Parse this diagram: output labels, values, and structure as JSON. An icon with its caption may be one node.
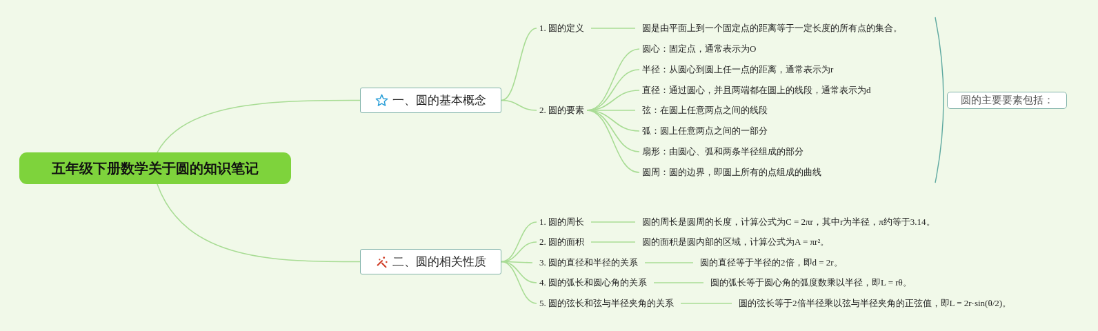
{
  "diagram": {
    "nodes": [
      {
        "text": [
          "五年级下册数学关于圆的知识笔记"
        ]
      },
      {
        "text": [
          "一、圆的基本概念"
        ]
      },
      {
        "text": [
          "1. 圆的定义"
        ]
      },
      {
        "text": [
          "圆是由平面上到一个固定点的距离等于一定长度的所有点的集合。"
        ]
      },
      {
        "text": [
          "2. 圆的要素"
        ]
      },
      {
        "text": [
          "圆心：固定点，通常表示为O"
        ]
      },
      {
        "text": [
          "半径：从圆心到圆上任一点的距离，通常表示为r"
        ]
      },
      {
        "text": [
          "直径：通过圆心，并且两端都在圆上的线段，通常表示为d"
        ]
      },
      {
        "text": [
          "弦：在圆上任意两点之间的线段"
        ]
      },
      {
        "text": [
          "弧：圆上任意两点之间的一部分"
        ]
      },
      {
        "text": [
          "扇形：由圆心、弧和两条半径组成的部分"
        ]
      },
      {
        "text": [
          "圆周：圆的边界，即圆上所有的点组成的曲线"
        ]
      },
      {
        "text": [
          "圆的主要要素包括："
        ]
      },
      {
        "text": [
          "二、圆的相关性质"
        ]
      },
      {
        "text": [
          "1. 圆的周长"
        ]
      },
      {
        "text": [
          "2. 圆的面积"
        ]
      },
      {
        "text": [
          "3. 圆的直径和半径的关系"
        ]
      },
      {
        "text": [
          "4. 圆的弧长和圆心角的关系"
        ]
      },
      {
        "text": [
          "5. 圆的弦长和弦与半径夹角的关系"
        ]
      },
      {
        "text": [
          "圆的周长是圆周的长度，计算公式为C = 2πr，其中r为半径，π约等于3.14。"
        ]
      },
      {
        "text": [
          "圆的面积是圆内部的区域，计算公式为A = πr²。"
        ]
      },
      {
        "text": [
          "圆的直径等于半径的2倍，即d = 2r。"
        ]
      },
      {
        "text": [
          "圆的弧长等于圆心角的弧度数乘以半径，即L = rθ。"
        ]
      },
      {
        "text": [
          "圆的弦长等于2倍半径乘以弦与半径夹角的正弦值，即L = 2r·sin(θ/2)。"
        ]
      }
    ],
    "edges": [
      {
        "from": 0,
        "to": 1,
        "arrow": "none"
      },
      {
        "from": 0,
        "to": 13,
        "arrow": "none"
      },
      {
        "from": 1,
        "to": 2,
        "arrow": "none"
      },
      {
        "from": 1,
        "to": 4,
        "arrow": "none"
      },
      {
        "from": 2,
        "to": 3,
        "arrow": "none"
      },
      {
        "from": 4,
        "to": 5,
        "arrow": "none"
      },
      {
        "from": 4,
        "to": 6,
        "arrow": "none"
      },
      {
        "from": 4,
        "to": 7,
        "arrow": "none"
      },
      {
        "from": 4,
        "to": 8,
        "arrow": "none"
      },
      {
        "from": 4,
        "to": 9,
        "arrow": "none"
      },
      {
        "from": 4,
        "to": 10,
        "arrow": "none"
      },
      {
        "from": 4,
        "to": 11,
        "arrow": "none"
      },
      {
        "from": 13,
        "to": 14,
        "arrow": "none"
      },
      {
        "from": 13,
        "to": 15,
        "arrow": "none"
      },
      {
        "from": 13,
        "to": 16,
        "arrow": "none"
      },
      {
        "from": 13,
        "to": 17,
        "arrow": "none"
      },
      {
        "from": 13,
        "to": 18,
        "arrow": "none"
      },
      {
        "from": 14,
        "to": 19,
        "arrow": "none"
      },
      {
        "from": 15,
        "to": 20,
        "arrow": "none"
      },
      {
        "from": 16,
        "to": 21,
        "arrow": "none"
      },
      {
        "from": 17,
        "to": 22,
        "arrow": "none"
      },
      {
        "from": 18,
        "to": 23,
        "arrow": "none"
      }
    ]
  }
}
